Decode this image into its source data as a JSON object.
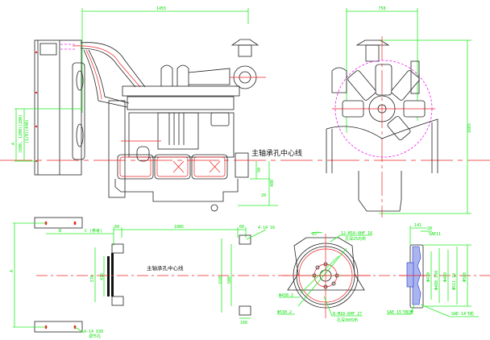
{
  "drawing": {
    "center_line_label": "主轴承孔中心线",
    "colors": {
      "dimension": "#22ee22",
      "outline": "#222222",
      "center_line": "#ee2222",
      "phantom": "#ee22ee",
      "section_hatch": "#2233cc"
    }
  },
  "side_view": {
    "overall_length": "1455",
    "left_dim_a": "A",
    "left_dim_text_1": "(600, 1200)(280)",
    "left_dim_text_2": "(1/8)(440)",
    "small_dim_1": "50",
    "small_dim_2": "480",
    "small_dim_3": "20"
  },
  "front_view": {
    "overall_width": "750",
    "overall_height": "1665"
  },
  "mount_plan": {
    "dim_a_vertical": "A",
    "dim_b": "B",
    "dim_c": "C (参考)",
    "dim_60_left": "60",
    "dim_span": "1085",
    "dim_60_right": "60",
    "hole_note_left_1": "4-14 X30",
    "hole_note_left_2": "调节孔",
    "hole_note_right": "4-14 16",
    "left_outer_height": "570",
    "left_inner_height": "416",
    "right_outer_height": "610",
    "right_inner_height": "500",
    "right_bottom_dim": "160"
  },
  "flywheel_housing": {
    "angle": "15°",
    "note_top_1": "12-M10-6HF 16",
    "note_top_2": "孔深25均布",
    "dia_inner": "Φ438.2",
    "dia_outer": "Φ530.2",
    "note_bottom_1": "8-M10-6HF 27",
    "note_bottom_2": "孔深30均布"
  },
  "flywheel_section": {
    "dim_141": "141",
    "dim_28": "28",
    "note_top": "SAE11",
    "dia_1": "Φ430",
    "dia_2": "Φ488.198",
    "dia_3": "Φ488",
    "dia_4": "Φ511.18",
    "dia_5": "Φ588",
    "note_left": "SAE 15飞轮壳",
    "note_right": "SAE 14飞轮"
  }
}
